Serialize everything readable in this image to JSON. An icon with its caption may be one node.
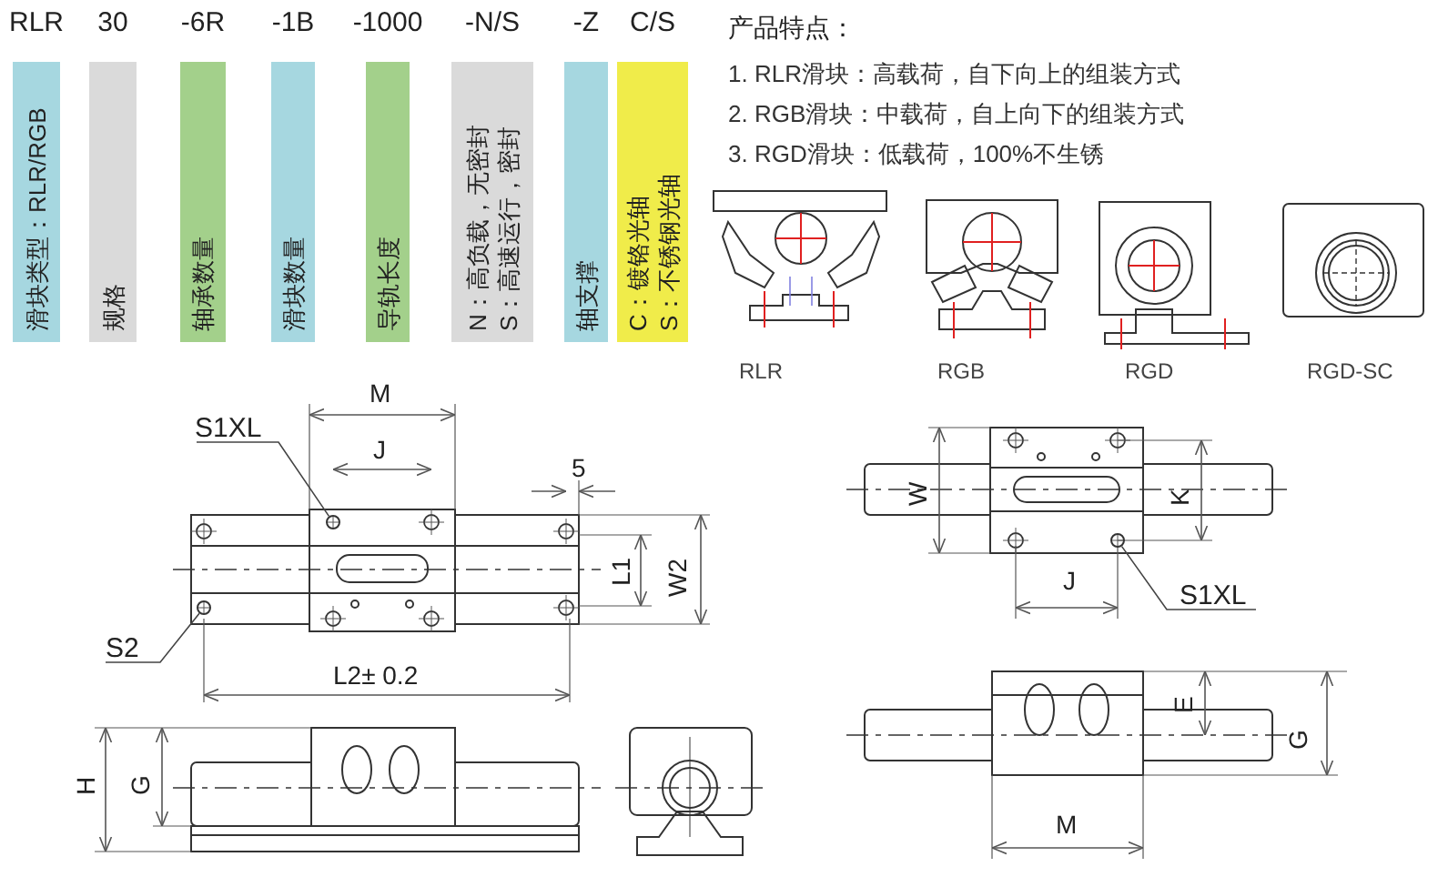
{
  "diagram": {
    "nodes": [
      {
        "text": [
          "RLR",
          "滑块类型：RLR/RGB"
        ]
      },
      {
        "text": [
          "30",
          "规格"
        ]
      },
      {
        "text": [
          "-6R",
          "轴承数量"
        ]
      },
      {
        "text": [
          "-1B",
          "滑块数量"
        ]
      },
      {
        "text": [
          "-1000",
          "导轨长度"
        ]
      },
      {
        "text": [
          "-N/S",
          "N：高负载，无密封",
          "S：高速运行，密封"
        ]
      },
      {
        "text": [
          "-Z",
          "轴支撑"
        ]
      },
      {
        "text": [
          "C/S",
          "C：镀铬光轴",
          "S：不锈钢光轴"
        ]
      },
      {
        "text": [
          "S1XL"
        ]
      },
      {
        "text": [
          "S2"
        ]
      },
      {
        "text": [
          "S1XL"
        ]
      },
      {
        "text": [],
        "shape": "circle"
      },
      {
        "text": [],
        "shape": "circle"
      },
      {
        "text": [],
        "shape": "circle"
      }
    ],
    "edges": [
      {
        "from": 8,
        "to": 11,
        "arrow": "none"
      },
      {
        "from": 9,
        "to": 12,
        "arrow": "none"
      },
      {
        "from": 10,
        "to": 13,
        "arrow": "none"
      }
    ],
    "labels": [
      "产品特点：",
      "1. RLR滑块：高载荷，自下向上的组装方式",
      "2. RGB滑块：中载荷，自上向下的组装方式",
      "3. RGD滑块：低载荷，100%不生锈",
      "RLR",
      "RGB",
      "RGD",
      "RGD-SC",
      "M",
      "J",
      "5",
      "L1",
      "W2",
      "L2± 0.2",
      "W",
      "K",
      "J",
      "H",
      "G",
      "E",
      "G",
      "M"
    ]
  }
}
